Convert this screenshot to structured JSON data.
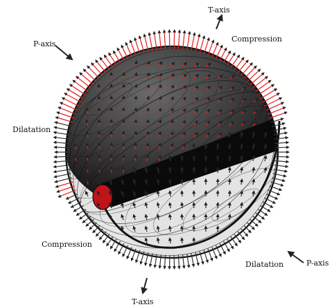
{
  "labels": {
    "t_axis_top": "T-axis",
    "t_axis_bottom": "T-axis",
    "p_axis_left": "P-axis",
    "p_axis_right": "P-axis",
    "compression_top": "Compression",
    "compression_bottom": "Compression",
    "dilatation_left": "Dilatation",
    "dilatation_right": "Dilatation"
  },
  "colors": {
    "compression_arrow": "#e41a1c",
    "dilatation_arrow": "#333333",
    "sphere_dark": "#1a1a1a",
    "sphere_mid": "#5a5a5a",
    "sphere_light": "#e6e6e6",
    "mesh_line": "#111111"
  }
}
